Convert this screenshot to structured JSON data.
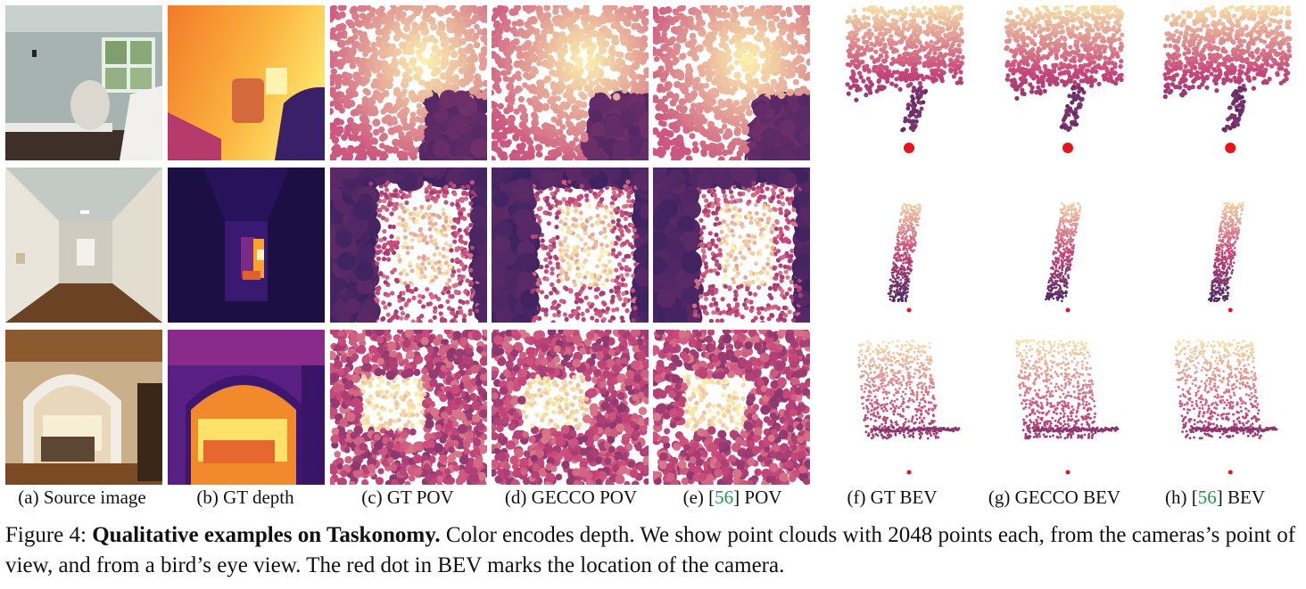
{
  "columns": [
    {
      "prefix": "(a) Source image",
      "ref": "",
      "suffix": ""
    },
    {
      "prefix": "(b) GT depth",
      "ref": "",
      "suffix": ""
    },
    {
      "prefix": "(c) GT POV",
      "ref": "",
      "suffix": ""
    },
    {
      "prefix": "(d) GECCO POV",
      "ref": "",
      "suffix": ""
    },
    {
      "prefix": "(e) [",
      "ref": "56",
      "suffix": "] POV"
    },
    {
      "prefix": "(f) GT BEV",
      "ref": "",
      "suffix": ""
    },
    {
      "prefix": "(g) GECCO BEV",
      "ref": "",
      "suffix": ""
    },
    {
      "prefix": "(h) [",
      "ref": "56",
      "suffix": "] BEV"
    }
  ],
  "caption": {
    "label": "Figure 4: ",
    "bold": "Qualitative examples on Taskonomy.",
    "text": " Color encodes depth. We show point clouds with 2048 points each, from the cameras’s point of view, and from a bird’s eye view. The red dot in BEV marks the location of the camera."
  },
  "colors": {
    "ref_link": "#1a9a4a",
    "camera_dot": "#e8141c",
    "depth_near": "#2d1e5e",
    "depth_mid": "#c8477a",
    "depth_far": "#fdf3b0"
  },
  "icons": [
    "camera-location-dot"
  ]
}
